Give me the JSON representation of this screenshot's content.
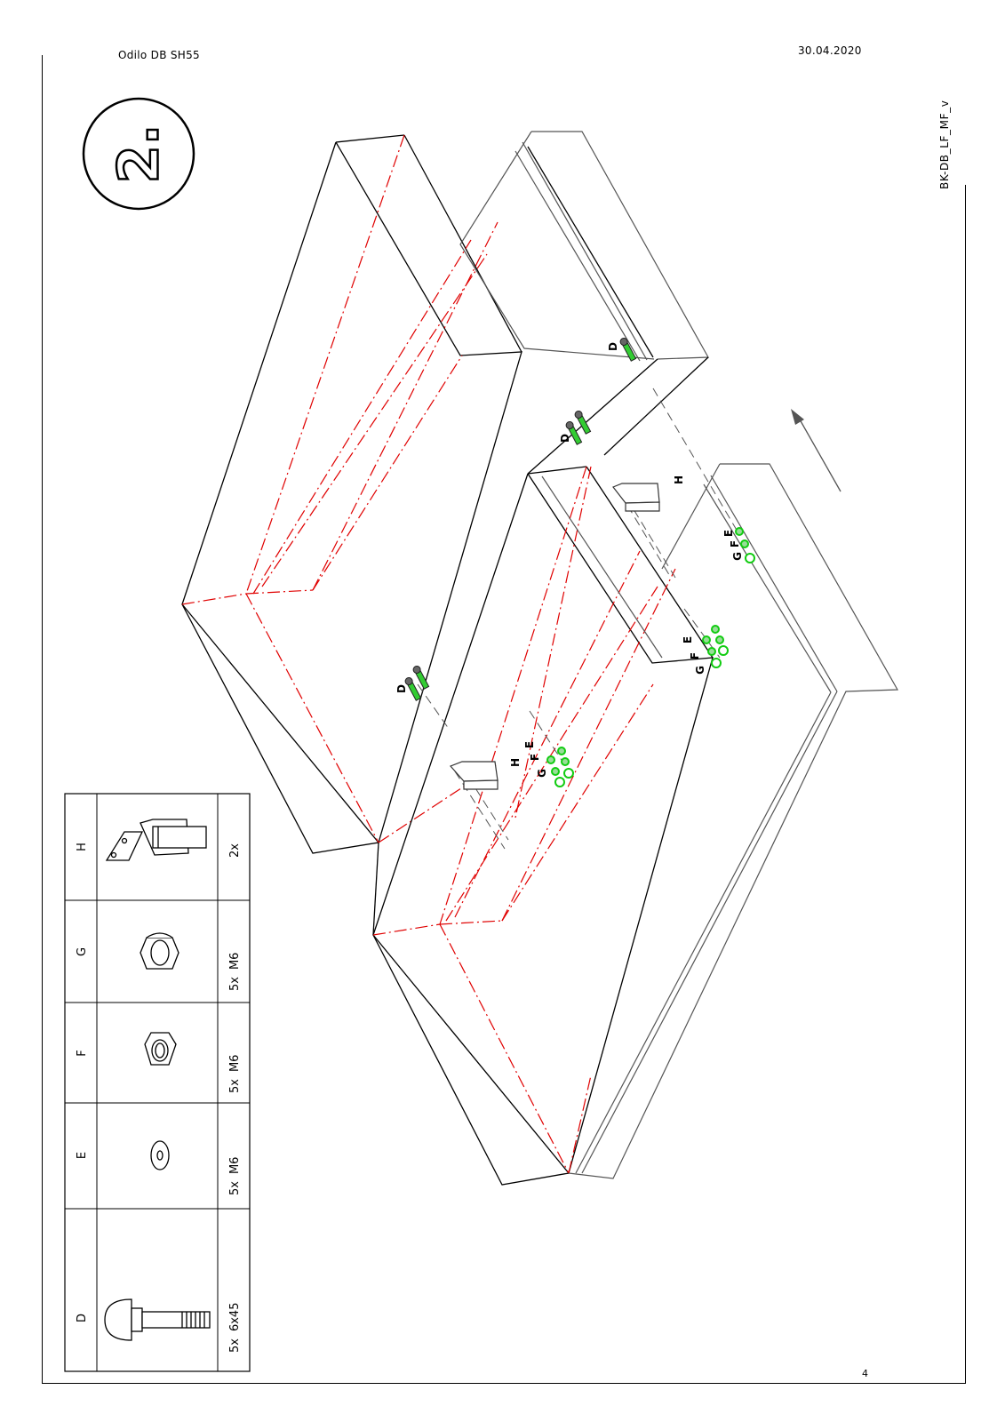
{
  "header": {
    "product": "Odilo DB SH55",
    "date": "30.04.2020",
    "doc_code": "BK-DB_LF_MF_v",
    "page_number": "4",
    "step_number": "2."
  },
  "parts_table": [
    {
      "letter": "D",
      "qty": "5x",
      "size": "6x45"
    },
    {
      "letter": "E",
      "qty": "5x",
      "size": "M6"
    },
    {
      "letter": "F",
      "qty": "5x",
      "size": "M6"
    },
    {
      "letter": "G",
      "qty": "5x",
      "size": "M6"
    },
    {
      "letter": "H",
      "qty": "2x",
      "size": ""
    }
  ],
  "callouts": {
    "d": "D",
    "e": "E",
    "f": "F",
    "g": "G",
    "h": "H"
  },
  "colors": {
    "line": "#000000",
    "panel_outline": "#555555",
    "hidden_edge": "#e00000",
    "hardware_highlight": "#22cc22"
  }
}
